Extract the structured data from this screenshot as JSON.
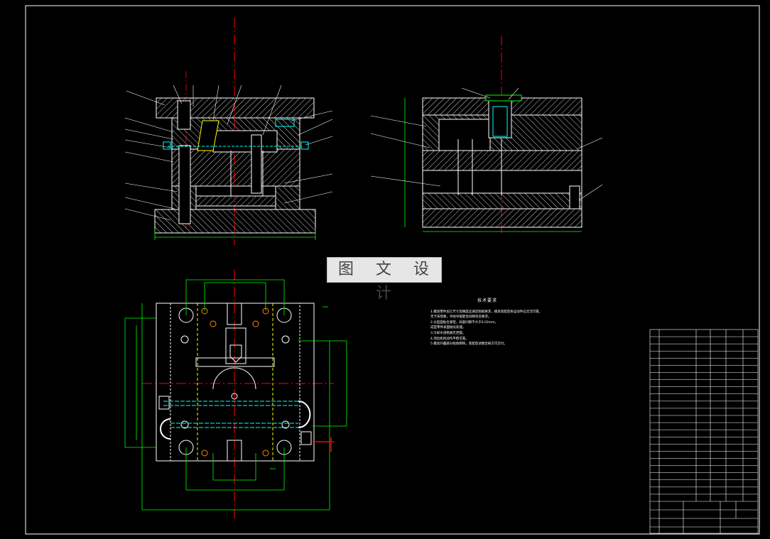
{
  "watermark": {
    "text": "图 文 设 计"
  },
  "notes": {
    "title": "技术要求",
    "lines": [
      "1.模具零件加工尺寸及精度应满足图纸要求，模具装配后各运动件应灵活可靠，",
      "无卡滞现象，导柱导套配合间隙符合要求。",
      "2.分型面贴合紧密，局部间隙不大于0.02mm，",
      "成型零件表面抛光处理。",
      "3.冷却水道畅通无泄漏。",
      "4.顶出机构动作平稳可靠。",
      "5.模具外露部分锐角倒钝，装配后试模合格方可交付。"
    ]
  },
  "colors": {
    "background": "#000000",
    "frame": "#ffffff",
    "outline": "#ffffff",
    "dimension": "#00ff00",
    "centerline": "#ff0000",
    "hatch": "#ffffff",
    "hidden": "#ffff00",
    "cooling": "#00ffff"
  },
  "title_block": {
    "rows": 24
  }
}
